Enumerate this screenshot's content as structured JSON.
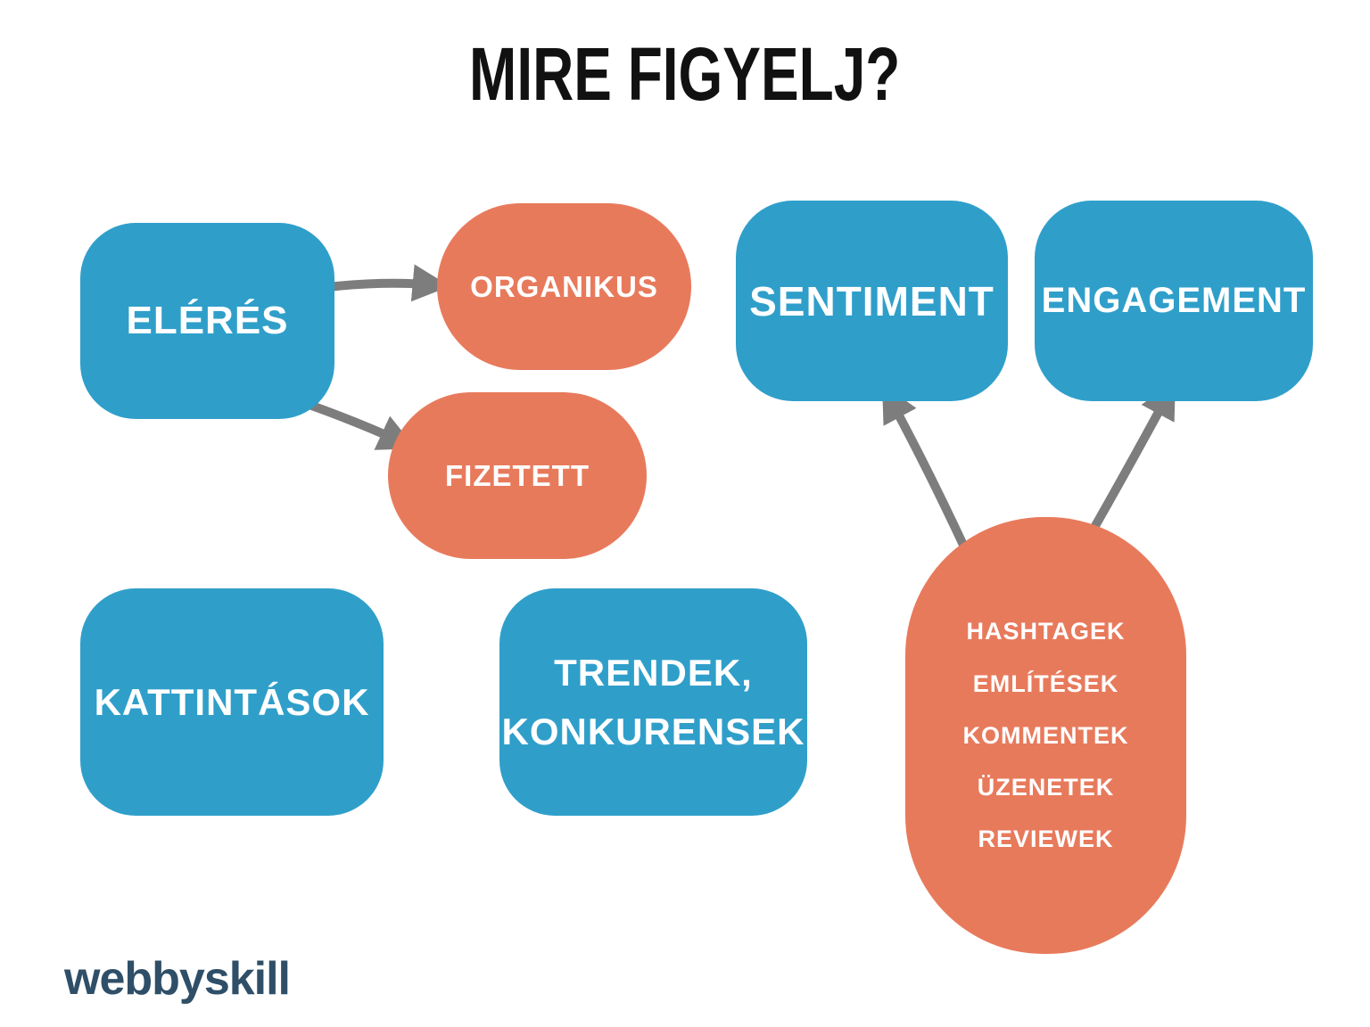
{
  "title": "MIRE FIGYELJ?",
  "colors": {
    "blue": "#2f9fca",
    "orange": "#e87a5c",
    "arrow": "#7d7d7d",
    "logo": "#2f4f68",
    "background": "#ffffff",
    "title_text": "#111111",
    "node_text": "#ffffff"
  },
  "nodes": {
    "eleres": {
      "label": "ELÉRÉS"
    },
    "organikus": {
      "label": "ORGANIKUS"
    },
    "fizetett": {
      "label": "FIZETETT"
    },
    "sentiment": {
      "label": "SENTIMENT"
    },
    "engagement": {
      "label": "ENGAGEMENT"
    },
    "kattintasok": {
      "label": "KATTINTÁSOK"
    },
    "trendek": {
      "line1": "TRENDEK,",
      "line2": "KONKURENSEK"
    },
    "monitoring": {
      "items": [
        "HASHTAGEK",
        "EMLÍTÉSEK",
        "KOMMENTEK",
        "ÜZENETEK",
        "REVIEWEK"
      ]
    }
  },
  "arrows": [
    {
      "name": "eleres-to-organikus"
    },
    {
      "name": "eleres-to-fizetett"
    },
    {
      "name": "monitoring-to-sentiment"
    },
    {
      "name": "monitoring-to-engagement"
    }
  ],
  "logo": {
    "text": "webbyskill"
  }
}
